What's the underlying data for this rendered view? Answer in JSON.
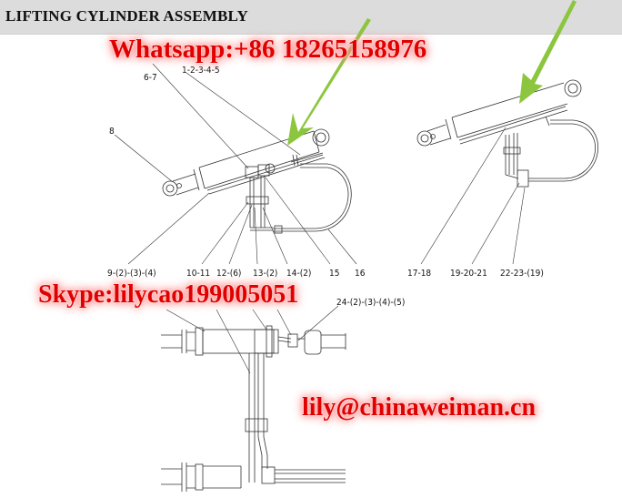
{
  "header": {
    "title": "LIFTING CYLINDER ASSEMBLY",
    "background": "#dcdcdc"
  },
  "watermarks": {
    "whatsapp": "Whatsapp:+86 18265158976",
    "skype": "Skype:lilycao199005051",
    "email": "lily@chinaweiman.cn",
    "color": "#e00000"
  },
  "diagram": {
    "accent_arrow_color": "#8cc63f",
    "view_left_labels": {
      "l_6_7": "6-7",
      "l_1_5": "1-2-3-4-5",
      "l_8": "8",
      "l_9": "9-(2)-(3)-(4)",
      "l_10_11": "10-11",
      "l_12": "12-(6)",
      "l_13": "13-(2)",
      "l_14": "14-(2)",
      "l_15": "15",
      "l_16": "16"
    },
    "view_right_labels": {
      "l_17_18": "17-18",
      "l_19_21": "19-20-21",
      "l_22_23": "22-23-(19)"
    },
    "view_bottom_labels": {
      "l_24": "24-(2)-(3)-(4)-(5)"
    }
  }
}
